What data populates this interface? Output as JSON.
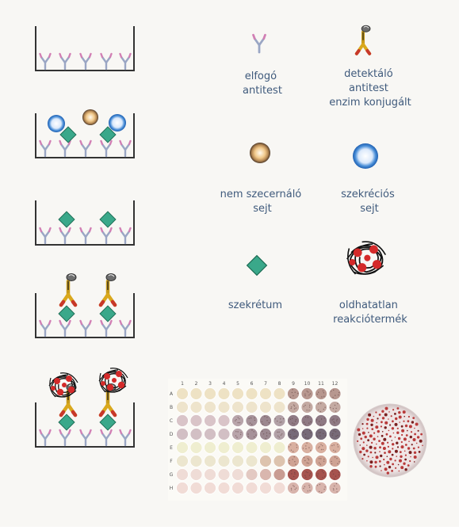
{
  "legend": {
    "capture_antibody": [
      "elfogó",
      "antitest"
    ],
    "detection_antibody": [
      "detektáló",
      "antitest",
      "enzim  konjugált"
    ],
    "non_secreting_cell": [
      "nem  szecernáló",
      "sejt"
    ],
    "secreting_cell": [
      "szekréciós",
      "sejt"
    ],
    "secretion": [
      "szekrétum"
    ],
    "insoluble_product": [
      "oldhatatlan",
      "reakciótermék"
    ]
  },
  "plate": {
    "columns": [
      "1",
      "2",
      "3",
      "4",
      "5",
      "6",
      "7",
      "8",
      "9",
      "10",
      "11",
      "12"
    ],
    "rows": [
      "A",
      "B",
      "C",
      "D",
      "E",
      "F",
      "G",
      "H"
    ]
  },
  "colors": {
    "label_text": "#3f5a7c",
    "well_outline": "#333333",
    "antibody_stem": "#9aa6c4",
    "antibody_tip": "#d27fb4",
    "secretion": "#3aa88a",
    "secreting_cell": "#2a72c7",
    "non_secreting_cell": "#7a5a3a",
    "detection_gold": "#d9a81d",
    "detection_red": "#c8382a",
    "product_red": "#d42a2a"
  }
}
